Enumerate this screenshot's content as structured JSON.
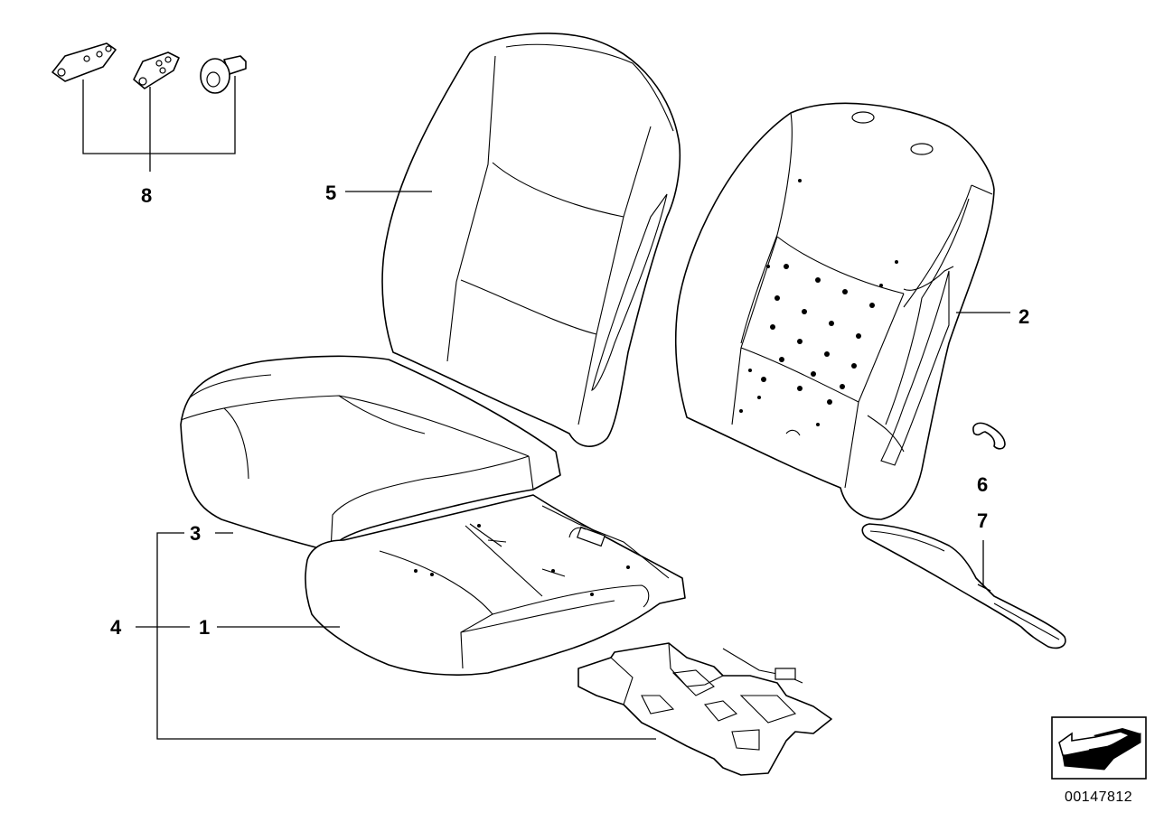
{
  "labels": {
    "p1": "1",
    "p2": "2",
    "p3": "3",
    "p4": "4",
    "p5": "5",
    "p6": "6",
    "p7": "7",
    "p8": "8"
  },
  "diagram_code": "00147812",
  "icons": {
    "navigation": "arrow-icon"
  }
}
